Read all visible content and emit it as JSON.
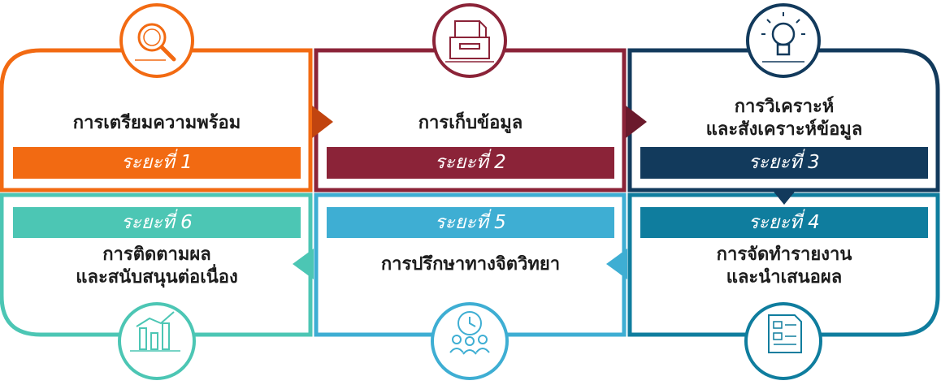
{
  "colors": {
    "phase1": "#f26a12",
    "phase2": "#8b2338",
    "phase3": "#123a5c",
    "phase4": "#0f7d9e",
    "phase5": "#3eaed3",
    "phase6": "#4cc6b4"
  },
  "phases": [
    {
      "id": 1,
      "band": "ระยะที่ 1",
      "lines": [
        "การเตรียมความพร้อม"
      ],
      "icon": "magnifier-icon"
    },
    {
      "id": 2,
      "band": "ระยะที่ 2",
      "lines": [
        "การเก็บข้อมูล"
      ],
      "icon": "printer-icon"
    },
    {
      "id": 3,
      "band": "ระยะที่ 3",
      "lines": [
        "การวิเคราะห์",
        "และสังเคราะห์ข้อมูล"
      ],
      "icon": "lightbulb-icon"
    },
    {
      "id": 4,
      "band": "ระยะที่ 4",
      "lines": [
        "การจัดทำรายงาน",
        "และนำเสนอผล"
      ],
      "icon": "report-document-icon"
    },
    {
      "id": 5,
      "band": "ระยะที่ 5",
      "lines": [
        "การปรึกษาทางจิตวิทยา"
      ],
      "icon": "counseling-group-icon"
    },
    {
      "id": 6,
      "band": "ระยะที่ 6",
      "lines": [
        "การติดตามผล",
        "และสนับสนุนต่อเนื่อง"
      ],
      "icon": "growth-chart-icon"
    }
  ]
}
